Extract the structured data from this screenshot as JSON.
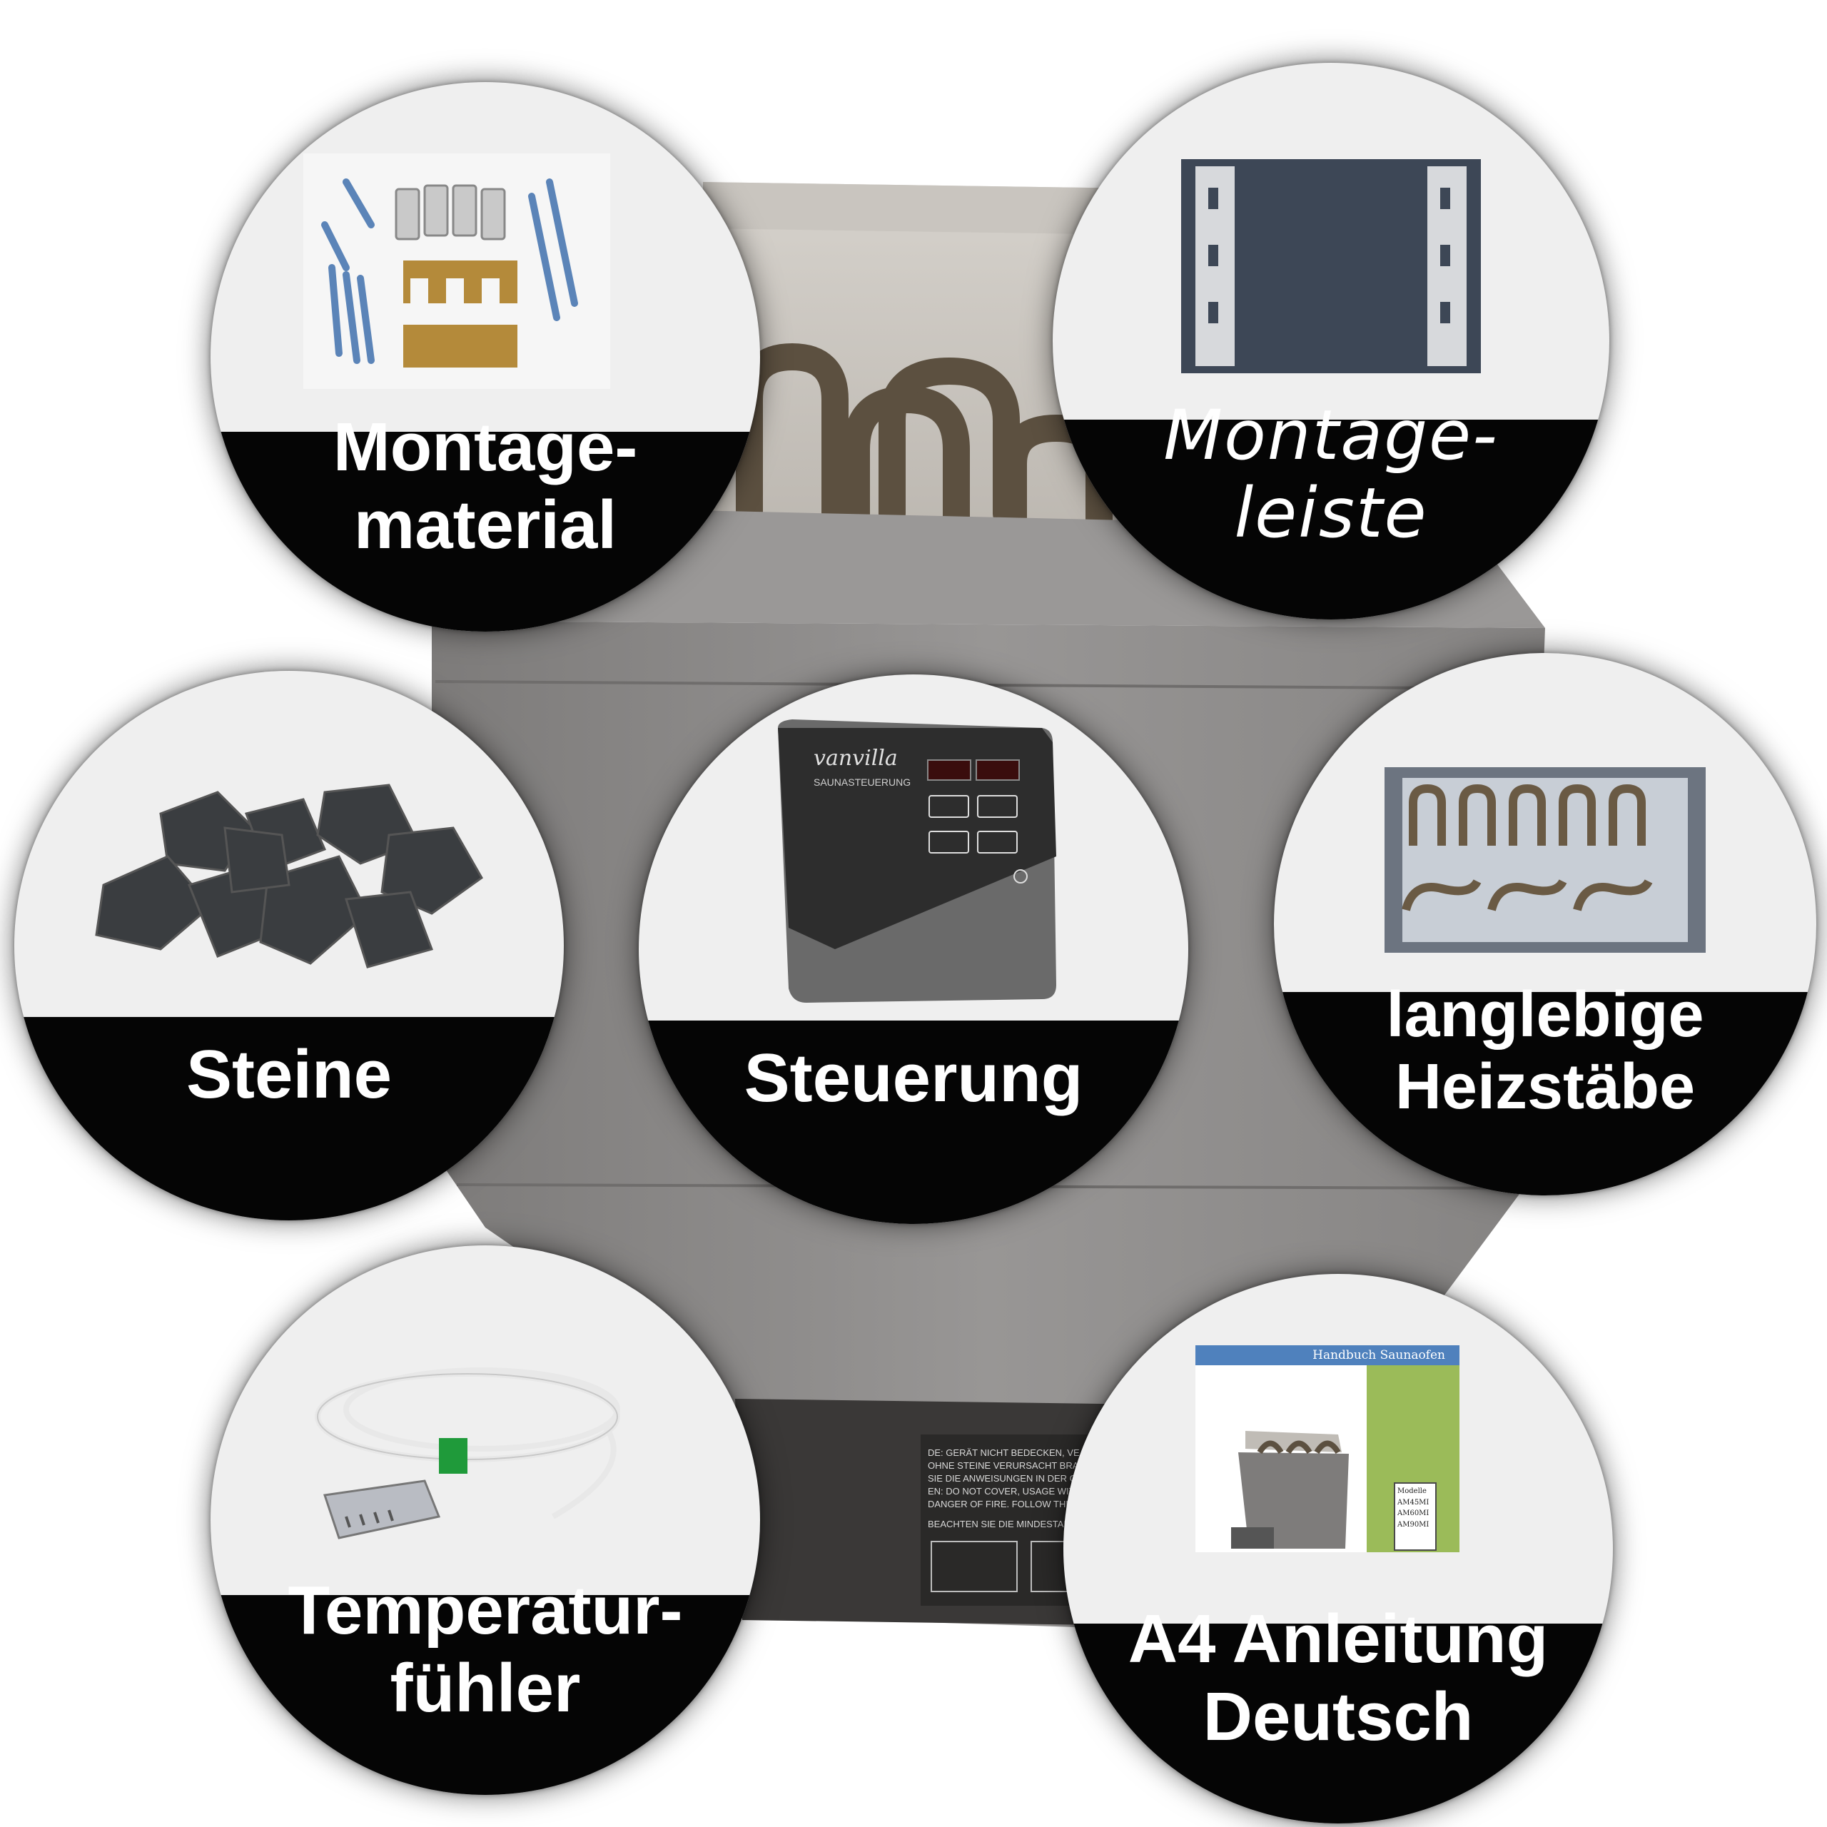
{
  "badges": {
    "montagematerial": {
      "label": "Montage-\nmaterial",
      "icon": "mounting-hardware"
    },
    "montageleiste": {
      "label": "Montage-\nleiste",
      "icon": "mounting-rail"
    },
    "steine": {
      "label": "Steine",
      "icon": "sauna-stones"
    },
    "steuerung": {
      "label": "Steuerung",
      "icon": "control-unit"
    },
    "heizstaebe": {
      "label": "langlebige\nHeizstäbe",
      "icon": "heating-rods"
    },
    "temperatur": {
      "label": "Temperatur-\nfühler",
      "icon": "temperature-sensor"
    },
    "anleitung": {
      "label": "A4 Anleitung\nDeutsch",
      "icon": "manual"
    }
  },
  "controller": {
    "brand": "vanvilla",
    "subtitle": "SAUNASTEUERUNG"
  },
  "manual": {
    "title": "Handbuch Saunaofen",
    "models_heading": "Modelle",
    "models": [
      "AM45MI",
      "AM60MI",
      "AM90MI"
    ]
  },
  "heater": {
    "warning_lines": [
      "DE: GERÄT NICHT BEDECKEN, VE",
      "OHNE STEINE VERURSACHT BRA",
      "SIE DIE ANWEISUNGEN IN DER G",
      "EN: DO NOT COVER, USAGE WITH",
      "DANGER OF FIRE. FOLLOW THE",
      "BEACHTEN SIE DIE MINDESTAB"
    ]
  },
  "colors": {
    "band": "#050505",
    "circle": "#efefef",
    "heater_body": "#8e8c8b",
    "label": "#ffffff"
  }
}
